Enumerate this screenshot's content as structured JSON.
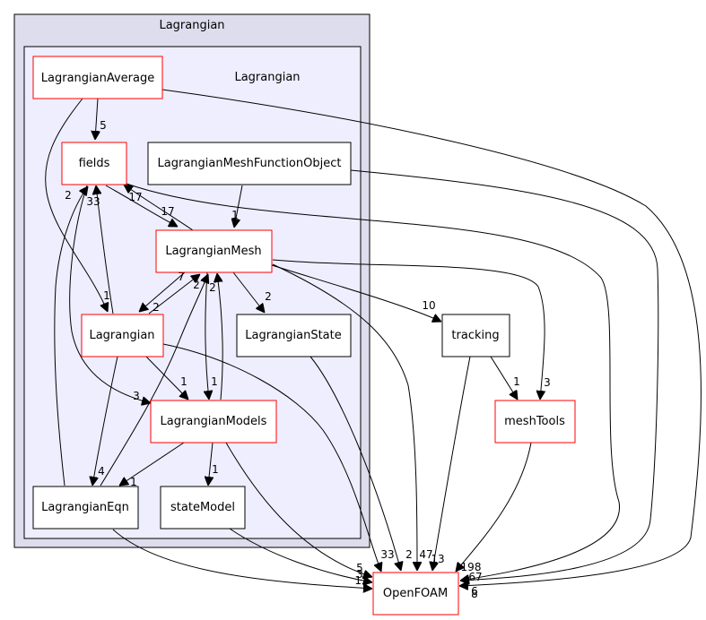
{
  "clusters": {
    "outer_title": "Lagrangian",
    "inner_title": "Lagrangian"
  },
  "nodes": {
    "lagrangian_average": "LagrangianAverage",
    "fields": "fields",
    "lagrangian_mesh_function_object": "LagrangianMeshFunctionObject",
    "lagrangian_mesh": "LagrangianMesh",
    "lagrangian": "Lagrangian",
    "lagrangian_state": "LagrangianState",
    "lagrangian_models": "LagrangianModels",
    "lagrangian_eqn": "LagrangianEqn",
    "state_model": "stateModel",
    "tracking": "tracking",
    "mesh_tools": "meshTools",
    "openfoam": "OpenFOAM"
  },
  "edge_labels": {
    "avg_fields": "5",
    "avg_lagrangian": "1",
    "fields_mesh": "17",
    "mesh_fields": "17",
    "mfo_mesh": "1",
    "lag_fields": "33",
    "eqn_fields": "2",
    "mesh_lag": "2",
    "lag_mesh": "7",
    "mesh_state": "2",
    "mesh_tracking": "10",
    "mesh_meshtools": "3",
    "lag_models": "1",
    "models_mesh": "2",
    "mesh_models": "1",
    "fields_models": "3",
    "lag_eqn": "4",
    "eqn_mesh": "2",
    "models_eqn": "1",
    "models_statemodel": "1",
    "tracking_meshtools": "1",
    "lag_openfoam": "33",
    "state_openfoam": "2",
    "mesh_openfoam": "47",
    "tracking_openfoam": "13",
    "meshtools_openfoam": "198",
    "mfo_openfoam": "67",
    "avg_openfoam": "6",
    "fields_openfoam": "8",
    "models_openfoam": "5",
    "statemodel_openfoam": "3",
    "eqn_openfoam": "12"
  },
  "colors": {
    "outer_cluster_fill": "#ddddee",
    "inner_cluster_fill": "#eeeeff",
    "node_border_red": "#ff0000",
    "node_border_black": "#000000",
    "edge": "#000000"
  }
}
